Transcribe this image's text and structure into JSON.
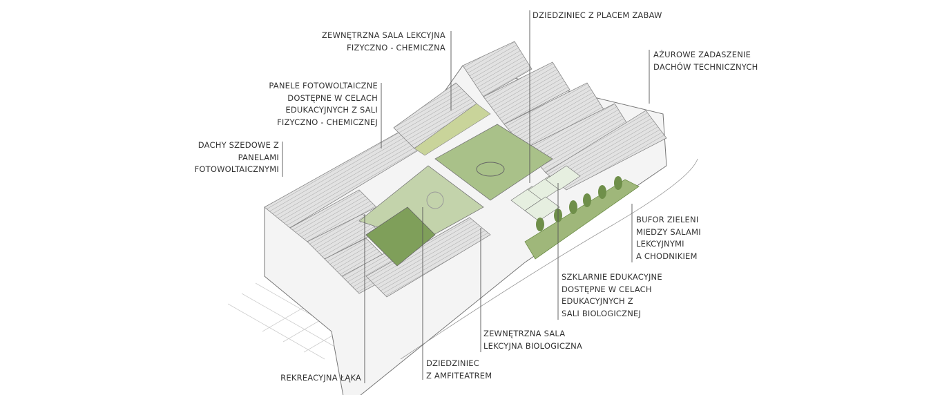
{
  "labels": {
    "outdoor_physchem": [
      "ZEWNĘTRZNA SALA  LEKCYJNA",
      "FIZYCZNO -  CHEMICZNA"
    ],
    "pv_panels": [
      "PANELE FOTOWOLTAICZNE",
      "DOSTĘPNE  W CELACH",
      "EDUKACYJNYCH Z SALI",
      "FIZYCZNO - CHEMICZNEJ"
    ],
    "sawtooth_roofs": [
      "DACHY SZEDOWE Z",
      "PANELAMI",
      "FOTOWOLTAICZNYMI"
    ],
    "playground_courtyard": [
      "DZIEDZINIEC Z PLACEM ZABAW"
    ],
    "openwork_roofing": [
      "AŻUROWE ZADASZENIE",
      "DACHÓW  TECHNICZNYCH"
    ],
    "green_buffer": [
      "BUFOR ZIELENI",
      "MIEDZY SALAMI",
      "LEKCYJNYMI",
      "A CHODNIKIEM"
    ],
    "greenhouses": [
      "SZKLARNIE EDUKACYJNE",
      "DOSTĘPNE W CELACH",
      "EDUKACYJNYCH Z",
      "SALI BIOLOGICZNEJ"
    ],
    "outdoor_bio": [
      "ZEWNĘTRZNA SALA",
      "LEKCYJNA  BIOLOGICZNA"
    ],
    "amphitheatre_courtyard": [
      "DZIEDZINIEC",
      "Z AMFITEATREM"
    ],
    "meadow": [
      "REKREACYJNA ŁĄKA"
    ]
  },
  "colors": {
    "text": "#333333",
    "line": "#555555",
    "roof": "#d9d9d9",
    "wall": "#f4f4f4",
    "green": "#9fb77a",
    "green_dark": "#6f8f4a"
  }
}
